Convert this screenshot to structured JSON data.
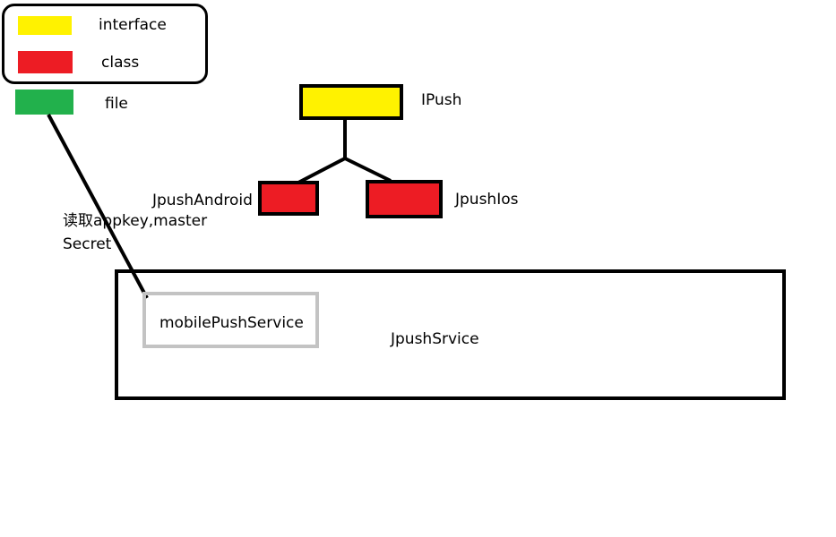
{
  "colors": {
    "interface": "#fff200",
    "class": "#ed1c24",
    "file": "#22b14c",
    "border": "#000000",
    "file_border": "#c3c3c3"
  },
  "legend": {
    "interface_label": "interface",
    "class_label": "class",
    "file_label": "file"
  },
  "nodes": {
    "ipush": {
      "label": "IPush",
      "kind": "interface"
    },
    "jpush_android": {
      "label": "JpushAndroid",
      "kind": "class"
    },
    "jpush_ios": {
      "label": "JpushIos",
      "kind": "class"
    },
    "jpush_service": {
      "label": "JpushSrvice"
    },
    "mobile_push_service": {
      "label": "mobilePushService"
    }
  },
  "edge_label": {
    "line1": "读取appkey,master",
    "line2": "Secret"
  }
}
